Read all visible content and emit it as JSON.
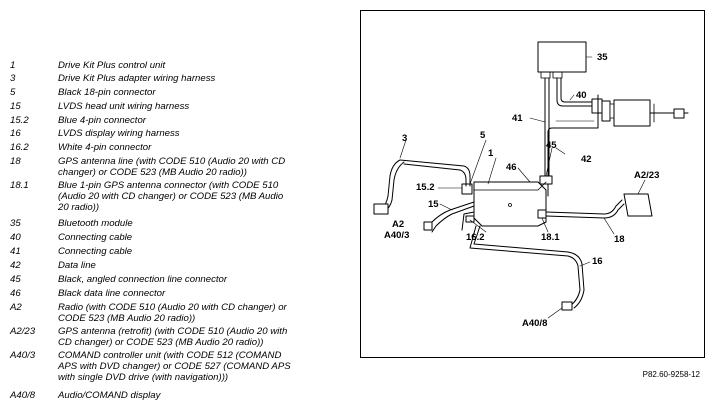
{
  "legend": [
    {
      "key": "1",
      "lines": [
        "Drive Kit Plus control unit"
      ]
    },
    {
      "key": "3",
      "lines": [
        "Drive Kit Plus adapter wiring harness"
      ]
    },
    {
      "key": "5",
      "lines": [
        "Black 18-pin connector"
      ]
    },
    {
      "key": "15",
      "lines": [
        "LVDS head unit wiring harness"
      ]
    },
    {
      "key": "15.2",
      "lines": [
        "Blue 4-pin connector"
      ]
    },
    {
      "key": "16",
      "lines": [
        "LVDS display wiring harness"
      ]
    },
    {
      "key": "16.2",
      "lines": [
        "White 4-pin connector"
      ]
    },
    {
      "key": "18",
      "lines": [
        "GPS antenna line (with CODE 510 (Audio 20 with CD",
        "changer) or CODE 523 (MB Audio 20 radio))"
      ]
    },
    {
      "key": "18.1",
      "lines": [
        "Blue 1-pin GPS antenna connector (with CODE 510",
        "(Audio 20 with CD changer) or CODE 523 (MB Audio",
        "20 radio))"
      ]
    },
    {
      "key": "35",
      "lines": [
        "Bluetooth module"
      ]
    },
    {
      "key": "40",
      "lines": [
        "Connecting cable"
      ]
    },
    {
      "key": "41",
      "lines": [
        "Connecting cable"
      ]
    },
    {
      "key": "42",
      "lines": [
        "Data line"
      ]
    },
    {
      "key": "45",
      "lines": [
        "Black, angled connection line connector"
      ]
    },
    {
      "key": "46",
      "lines": [
        "Black data line connector"
      ]
    },
    {
      "key": "A2",
      "lines": [
        "Radio (with CODE 510 (Audio 20 with CD changer) or",
        "CODE 523 (MB Audio 20 radio))"
      ]
    },
    {
      "key": "A2/23",
      "lines": [
        "GPS antenna (retrofit) (with CODE 510 (Audio 20 with",
        "CD changer) or CODE 523 (MB Audio 20 radio))"
      ]
    },
    {
      "key": "A40/3",
      "lines": [
        "COMAND controller unit (with CODE 512 (COMAND",
        "APS with DVD changer) or CODE 527 (COMAND APS",
        "with single DVD drive (with navigation)))"
      ]
    },
    {
      "key": "A40/8",
      "lines": [
        "Audio/COMAND display"
      ]
    }
  ],
  "diagram": {
    "labels": {
      "l35": "35",
      "l40": "40",
      "l41": "41",
      "l42": "42",
      "l3": "3",
      "l5": "5",
      "l1": "1",
      "l46": "46",
      "l45": "45",
      "l152": "15.2",
      "l15": "15",
      "la2": "A2",
      "la403": "A40/3",
      "l162": "16.2",
      "l181": "18.1",
      "la223": "A2/23",
      "l18": "18",
      "l16": "16",
      "la408": "A40/8"
    }
  },
  "figure_code": "P82.60-9258-12"
}
